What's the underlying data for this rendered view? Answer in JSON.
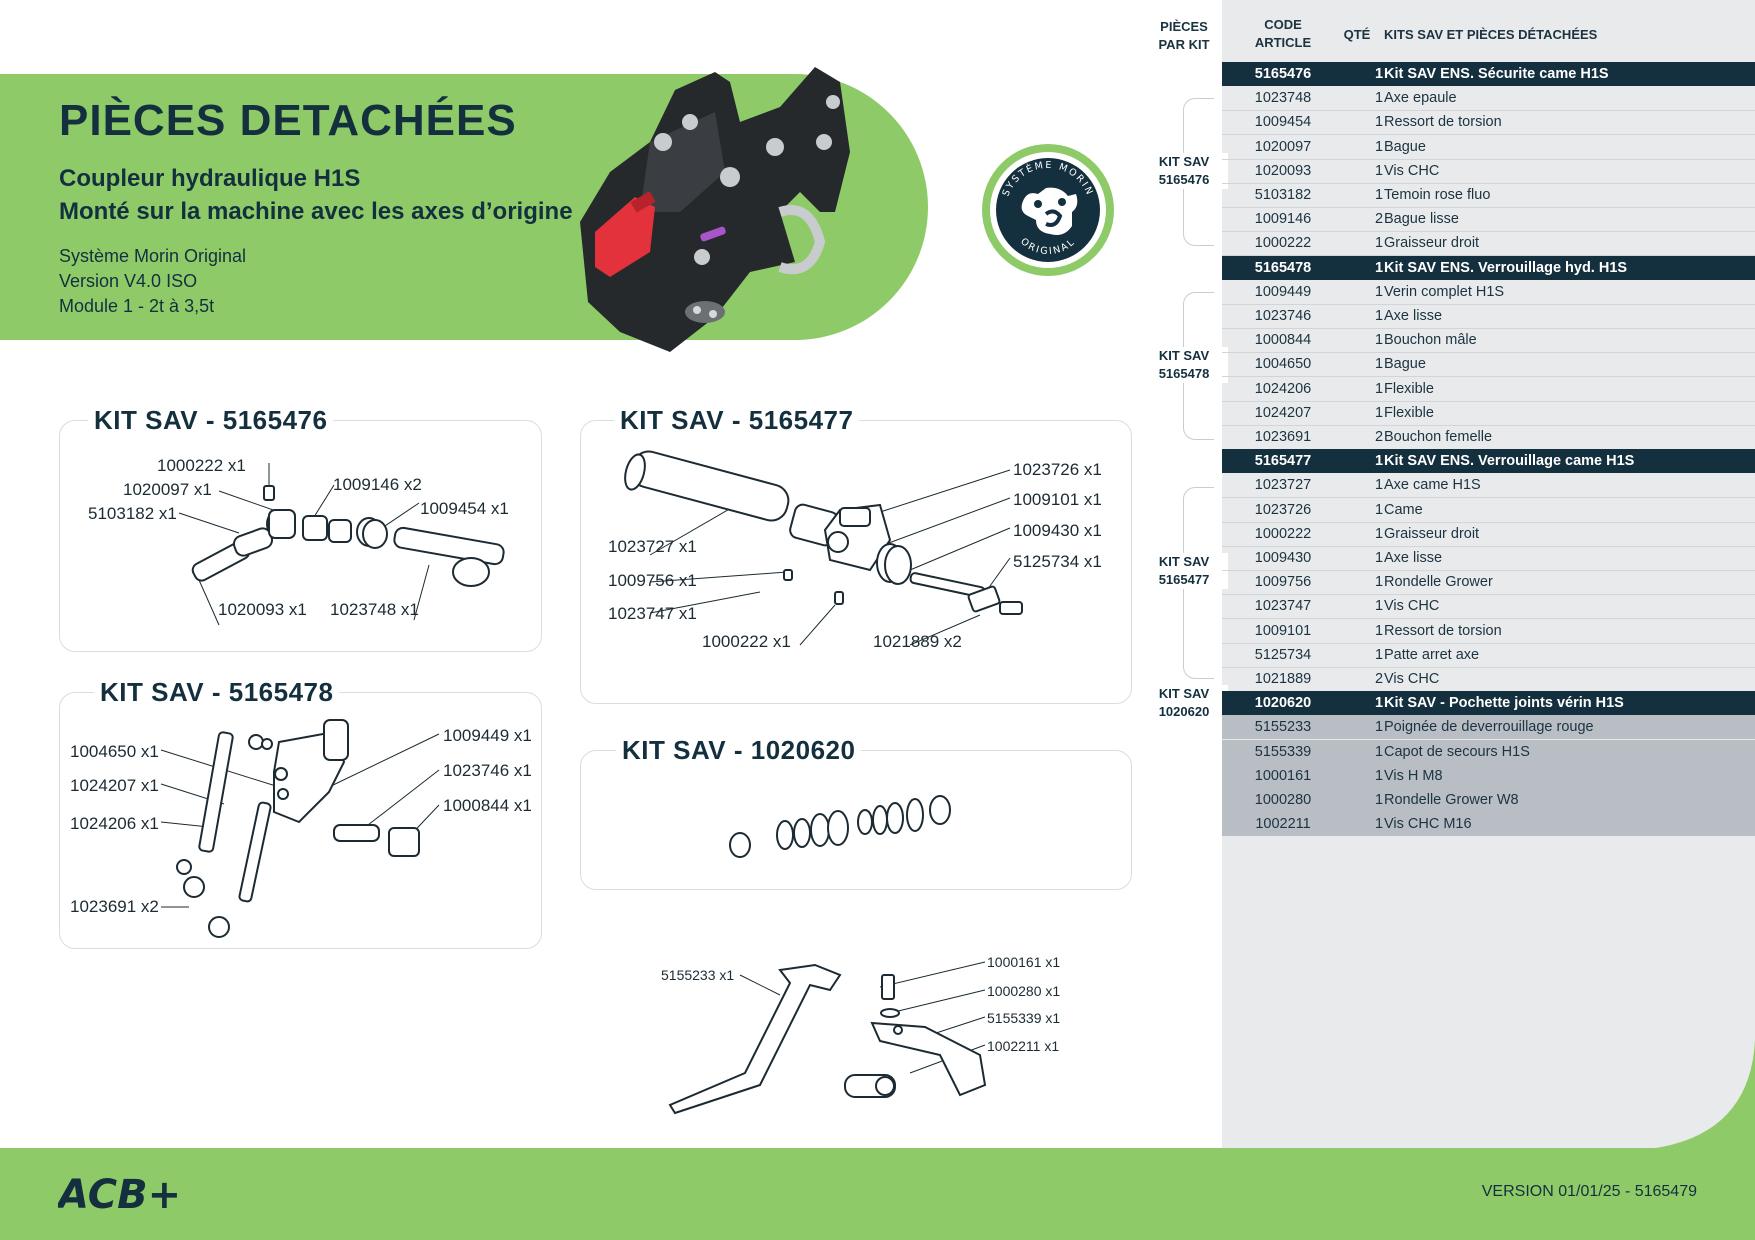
{
  "header": {
    "title": "PIÈCES DETACHÉES",
    "subtitle_1": "Coupleur hydraulique H1S",
    "subtitle_2": "Monté sur la machine avec les axes d’origine",
    "system": "Système Morin Original",
    "version": "Version V4.0 ISO",
    "module": "Module 1 - 2t à 3,5t"
  },
  "badge": {
    "top_text": "SYSTÈME MORIN",
    "bottom_text": "ORIGINAL"
  },
  "kits": {
    "k476": {
      "title": "KIT SAV - 5165476",
      "labels": [
        "1000222 x1",
        "1020097 x1",
        "5103182 x1",
        "1009146 x2",
        "1009454 x1",
        "1020093 x1",
        "1023748 x1"
      ]
    },
    "k477": {
      "title": "KIT SAV - 5165477",
      "labels": [
        "1023726 x1",
        "1009101 x1",
        "1009430 x1",
        "5125734 x1",
        "1023727 x1",
        "1009756 x1",
        "1023747 x1",
        "1000222 x1",
        "1021889 x2"
      ]
    },
    "k478": {
      "title": "KIT SAV - 5165478",
      "labels": [
        "1004650 x1",
        "1024207 x1",
        "1024206 x1",
        "1023691 x2",
        "1009449 x1",
        "1023746 x1",
        "1000844 x1"
      ]
    },
    "k620": {
      "title": "KIT SAV - 1020620"
    },
    "loose": {
      "labels": [
        "5155233 x1",
        "1000161 x1",
        "1000280 x1",
        "5155339 x1",
        "1002211 x1"
      ]
    }
  },
  "table": {
    "head_kit": [
      "PIÈCES",
      "PAR KIT"
    ],
    "head_code": [
      "CODE",
      "ARTICLE"
    ],
    "head_qty": "QTÉ",
    "head_desc": "KITS SAV ET PIÈCES DÉTACHÉES",
    "side_labels": [
      [
        "KIT SAV",
        "5165476"
      ],
      [
        "KIT SAV",
        "5165478"
      ],
      [
        "KIT SAV",
        "5165477"
      ],
      [
        "KIT SAV",
        "1020620"
      ]
    ],
    "rows": [
      {
        "code": "5165476",
        "qty": "1",
        "desc": "Kit SAV ENS. Sécurite came H1S",
        "kind": "header"
      },
      {
        "code": "1023748",
        "qty": "1",
        "desc": "Axe epaule",
        "kind": "plain"
      },
      {
        "code": "1009454",
        "qty": "1",
        "desc": "Ressort de torsion",
        "kind": "plain"
      },
      {
        "code": "1020097",
        "qty": "1",
        "desc": "Bague",
        "kind": "plain"
      },
      {
        "code": "1020093",
        "qty": "1",
        "desc": "Vis CHC",
        "kind": "plain"
      },
      {
        "code": "5103182",
        "qty": "1",
        "desc": "Temoin rose fluo",
        "kind": "plain"
      },
      {
        "code": "1009146",
        "qty": "2",
        "desc": "Bague lisse",
        "kind": "plain"
      },
      {
        "code": "1000222",
        "qty": "1",
        "desc": "Graisseur droit",
        "kind": "plain"
      },
      {
        "code": "5165478",
        "qty": "1",
        "desc": "Kit SAV ENS. Verrouillage hyd. H1S",
        "kind": "header"
      },
      {
        "code": "1009449",
        "qty": "1",
        "desc": "Verin complet H1S",
        "kind": "plain"
      },
      {
        "code": "1023746",
        "qty": "1",
        "desc": "Axe lisse",
        "kind": "plain"
      },
      {
        "code": "1000844",
        "qty": "1",
        "desc": "Bouchon mâle",
        "kind": "plain"
      },
      {
        "code": "1004650",
        "qty": "1",
        "desc": "Bague",
        "kind": "plain"
      },
      {
        "code": "1024206",
        "qty": "1",
        "desc": "Flexible",
        "kind": "plain"
      },
      {
        "code": "1024207",
        "qty": "1",
        "desc": "Flexible",
        "kind": "plain"
      },
      {
        "code": "1023691",
        "qty": "2",
        "desc": "Bouchon femelle",
        "kind": "plain"
      },
      {
        "code": "5165477",
        "qty": "1",
        "desc": "Kit SAV ENS. Verrouillage came H1S",
        "kind": "header"
      },
      {
        "code": "1023727",
        "qty": "1",
        "desc": "Axe came H1S",
        "kind": "plain"
      },
      {
        "code": "1023726",
        "qty": "1",
        "desc": "Came",
        "kind": "plain"
      },
      {
        "code": "1000222",
        "qty": "1",
        "desc": "Graisseur droit",
        "kind": "plain"
      },
      {
        "code": "1009430",
        "qty": "1",
        "desc": "Axe lisse",
        "kind": "plain"
      },
      {
        "code": "1009756",
        "qty": "1",
        "desc": "Rondelle Grower",
        "kind": "plain"
      },
      {
        "code": "1023747",
        "qty": "1",
        "desc": "Vis CHC",
        "kind": "plain"
      },
      {
        "code": "1009101",
        "qty": "1",
        "desc": "Ressort de torsion",
        "kind": "plain"
      },
      {
        "code": "5125734",
        "qty": "1",
        "desc": "Patte arret axe",
        "kind": "plain"
      },
      {
        "code": "1021889",
        "qty": "2",
        "desc": "Vis CHC",
        "kind": "plain"
      },
      {
        "code": "1020620",
        "qty": "1",
        "desc": "Kit SAV - Pochette joints vérin H1S",
        "kind": "header"
      },
      {
        "code": "5155233",
        "qty": "1",
        "desc": "Poignée de deverrouillage rouge",
        "kind": "grey"
      },
      {
        "code": "5155339",
        "qty": "1",
        "desc": "Capot de secours H1S",
        "kind": "grey"
      },
      {
        "code": "1000161",
        "qty": "1",
        "desc": "Vis H M8",
        "kind": "grey"
      },
      {
        "code": "1000280",
        "qty": "1",
        "desc": "Rondelle Grower W8",
        "kind": "grey"
      },
      {
        "code": "1002211",
        "qty": "1",
        "desc": "Vis CHC M16",
        "kind": "grey"
      }
    ]
  },
  "footer": {
    "logo": "ACB+",
    "version": "VERSION 01/01/25 - 5165479"
  },
  "colors": {
    "green": "#8ecb68",
    "navy": "#14303f",
    "grey_row": "#b9bec4",
    "panel": "#e8eaec",
    "red": "#e4323c"
  }
}
